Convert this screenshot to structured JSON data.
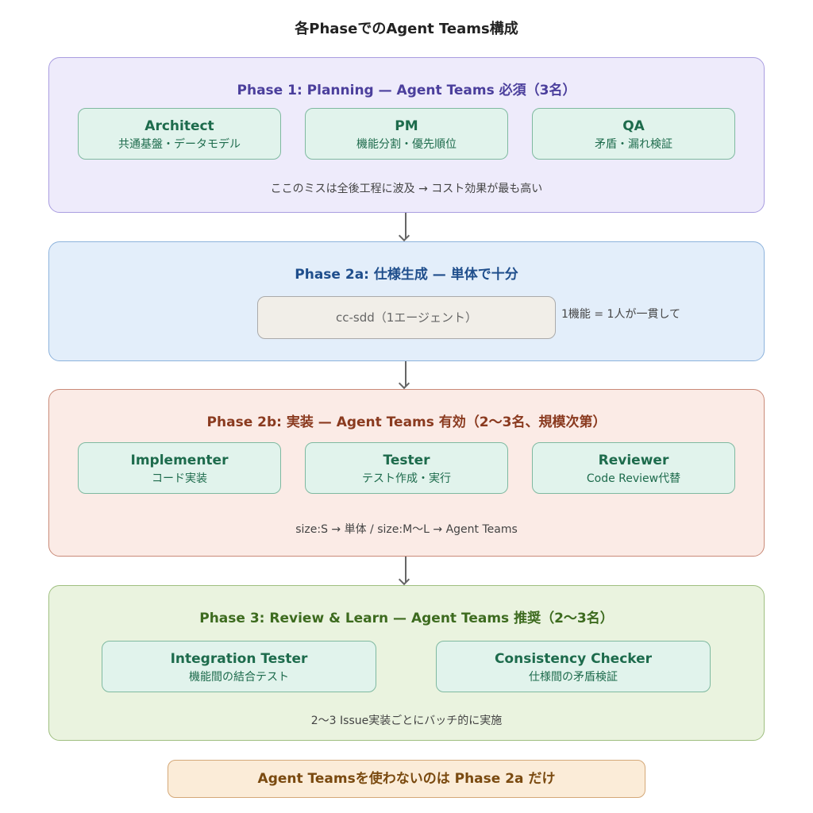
{
  "title": "各PhaseでのAgent Teams構成",
  "phase1": {
    "title": "Phase 1: Planning — Agent Teams 必須（3名）",
    "roles": [
      {
        "name": "Architect",
        "desc": "共通基盤・データモデル"
      },
      {
        "name": "PM",
        "desc": "機能分割・優先順位"
      },
      {
        "name": "QA",
        "desc": "矛盾・漏れ検証"
      }
    ],
    "note": "ここのミスは全後工程に波及 → コスト効果が最も高い"
  },
  "phase2a": {
    "title": "Phase 2a: 仕様生成 — 単体で十分",
    "agent": "cc-sdd（1エージェント）",
    "side_note": "1機能 = 1人が一貫して"
  },
  "phase2b": {
    "title": "Phase 2b: 実装 — Agent Teams 有効（2〜3名、規模次第）",
    "roles": [
      {
        "name": "Implementer",
        "desc": "コード実装"
      },
      {
        "name": "Tester",
        "desc": "テスト作成・実行"
      },
      {
        "name": "Reviewer",
        "desc": "Code Review代替"
      }
    ],
    "note": "size:S → 単体 / size:M〜L → Agent Teams"
  },
  "phase3": {
    "title": "Phase 3: Review & Learn — Agent Teams 推奨（2〜3名）",
    "roles": [
      {
        "name": "Integration Tester",
        "desc": "機能間の結合テスト"
      },
      {
        "name": "Consistency Checker",
        "desc": "仕様間の矛盾検証"
      }
    ],
    "note": "2〜3 Issue実装ごとにバッチ的に実施"
  },
  "footer": "Agent Teamsを使わないのは Phase 2a だけ"
}
